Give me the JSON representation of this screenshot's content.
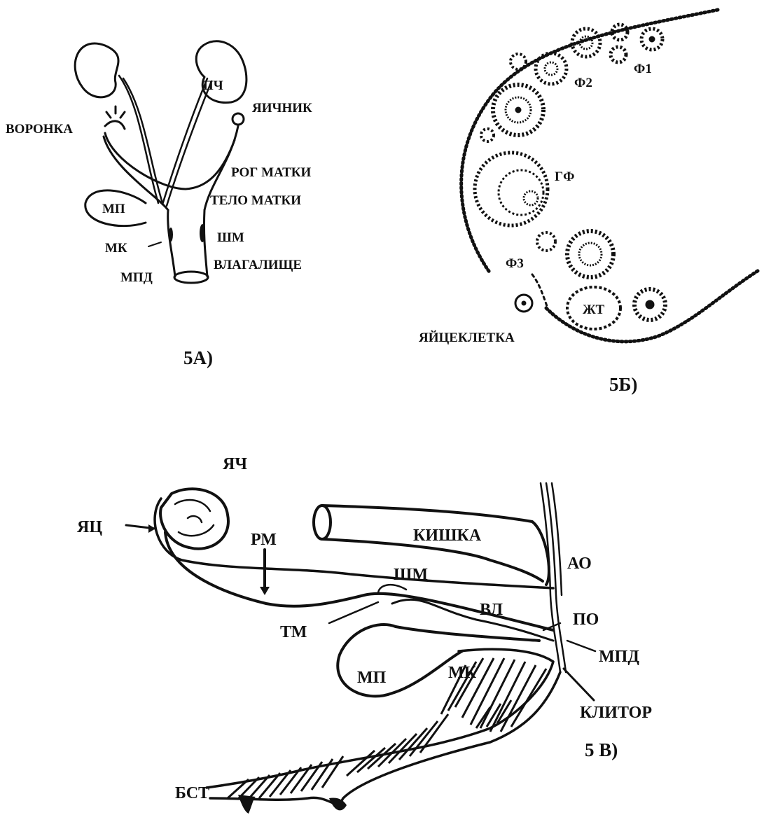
{
  "panels": {
    "a": {
      "caption": "5А)",
      "labels": {
        "pch": "ПЧ",
        "funnel": "ВОРОНКА",
        "ovary": "ЯИЧНИК",
        "uterine_horn": "РОГ МАТКИ",
        "uterine_body": "ТЕЛО МАТКИ",
        "mp": "МП",
        "cervix": "ШМ",
        "mk": "МК",
        "vagina": "ВЛАГАЛИЩЕ",
        "mpd": "МПД"
      }
    },
    "b": {
      "caption": "5Б)",
      "labels": {
        "f1": "Ф1",
        "f2": "Ф2",
        "gf": "ГФ",
        "f3": "Ф3",
        "cl": "ЖТ",
        "egg": "ЯЙЦЕКЛЕТКА"
      }
    },
    "c": {
      "caption": "5 В)",
      "labels": {
        "ovary": "ЯЧ",
        "oviduct": "ЯЦ",
        "horn": "РМ",
        "intestine": "КИШКА",
        "anus": "АО",
        "cervix": "ШМ",
        "vagina": "ВЛ",
        "genital_opening": "ПО",
        "body": "ТМ",
        "mpd": "МПД",
        "mp": "МП",
        "mk": "МК",
        "clitoris": "КЛИТОР",
        "bst": "БСТ"
      }
    }
  }
}
